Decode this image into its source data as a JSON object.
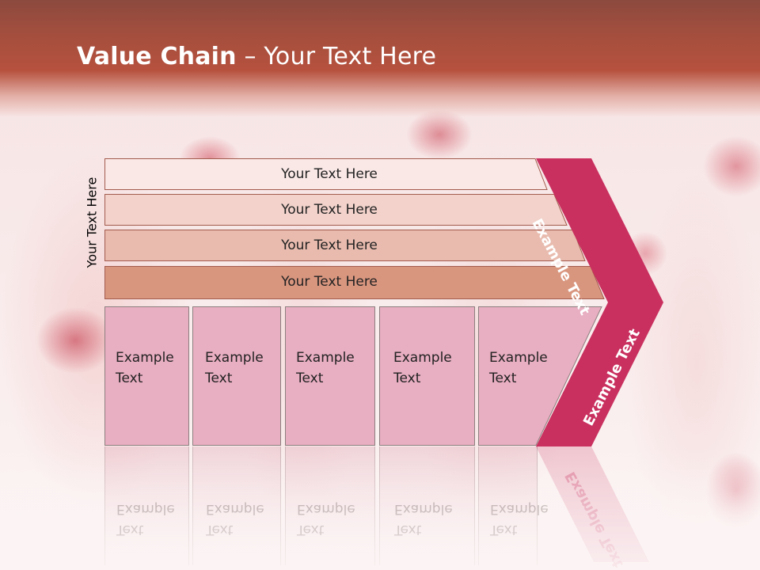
{
  "slide": {
    "title_bold": "Value Chain",
    "title_rest": " – Your Text Here"
  },
  "side_label": "Your Text Here",
  "bands": [
    {
      "label": "Your Text Here",
      "color": "#fae8e6"
    },
    {
      "label": "Your Text Here",
      "color": "#f2d2cb"
    },
    {
      "label": "Your Text Here",
      "color": "#e8bbae"
    },
    {
      "label": "Your Text Here",
      "color": "#d9967f"
    }
  ],
  "cells": [
    {
      "line1": "Example",
      "line2": "Text"
    },
    {
      "line1": "Example",
      "line2": "Text"
    },
    {
      "line1": "Example",
      "line2": "Text"
    },
    {
      "line1": "Example",
      "line2": "Text"
    },
    {
      "line1": "Example",
      "line2": "Text"
    }
  ],
  "cell_color": "#e8aec1",
  "chevron": {
    "color": "#c9305f",
    "upper_label": "Example Text",
    "lower_label": "Example Text"
  },
  "colors": {
    "header": "#b6513e",
    "band_border": "#a25c4e",
    "cell_border": "#8d8080"
  }
}
